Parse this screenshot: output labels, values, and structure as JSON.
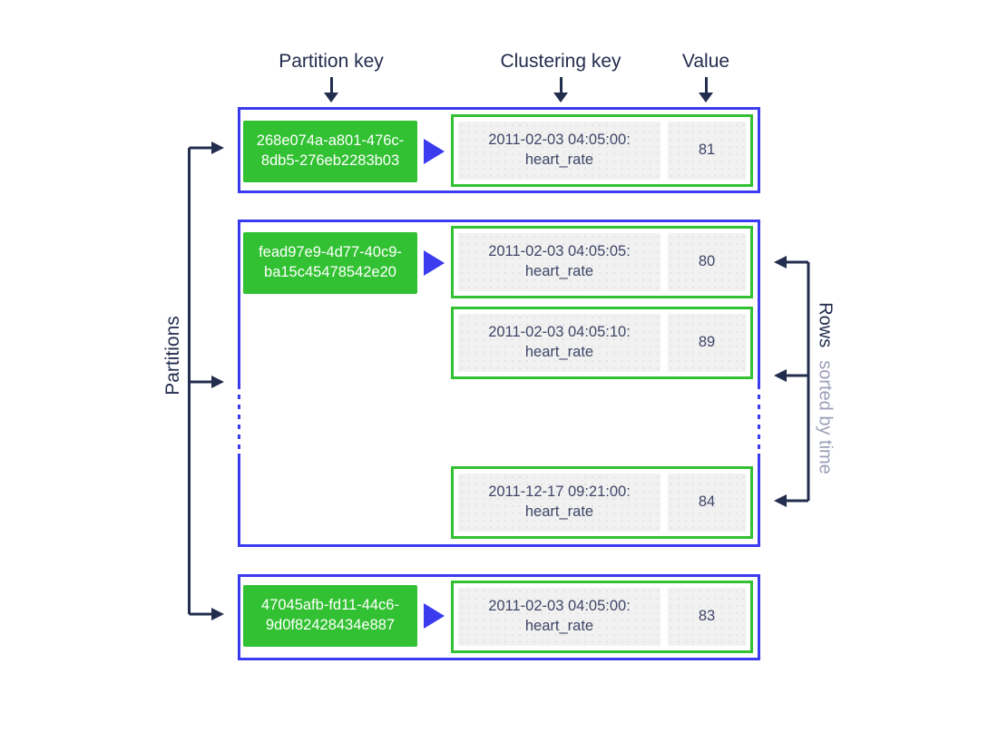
{
  "header": {
    "columns": [
      {
        "label": "Partition key"
      },
      {
        "label": "Clustering key"
      },
      {
        "label": "Value"
      }
    ]
  },
  "side_labels": {
    "left": "Partitions",
    "right_primary": "Rows",
    "right_secondary": "sorted by time"
  },
  "partitions": [
    {
      "key": "268e074a-a801-476c-\n8db5-276eb2283b03",
      "rows": [
        {
          "clustering_key": "2011-02-03 04:05:00:\nheart_rate",
          "value": "81"
        }
      ]
    },
    {
      "key": "fead97e9-4d77-40c9-\nba15c45478542e20",
      "rows": [
        {
          "clustering_key": "2011-02-03 04:05:05:\nheart_rate",
          "value": "80"
        },
        {
          "clustering_key": "2011-02-03 04:05:10:\nheart_rate",
          "value": "89"
        },
        {
          "clustering_key": "2011-12-17 09:21:00:\nheart_rate",
          "value": "84"
        }
      ]
    },
    {
      "key": "47045afb-fd11-44c6-\n9d0f82428434e887",
      "rows": [
        {
          "clustering_key": "2011-02-03 04:05:00:\nheart_rate",
          "value": "83"
        }
      ]
    }
  ],
  "colors": {
    "blue": "#3b3bef",
    "green": "#32c132",
    "navy": "#232d4e",
    "row_text": "#3f4566",
    "cell_bg": "#f1f1f1",
    "muted": "#9b9eb8"
  }
}
